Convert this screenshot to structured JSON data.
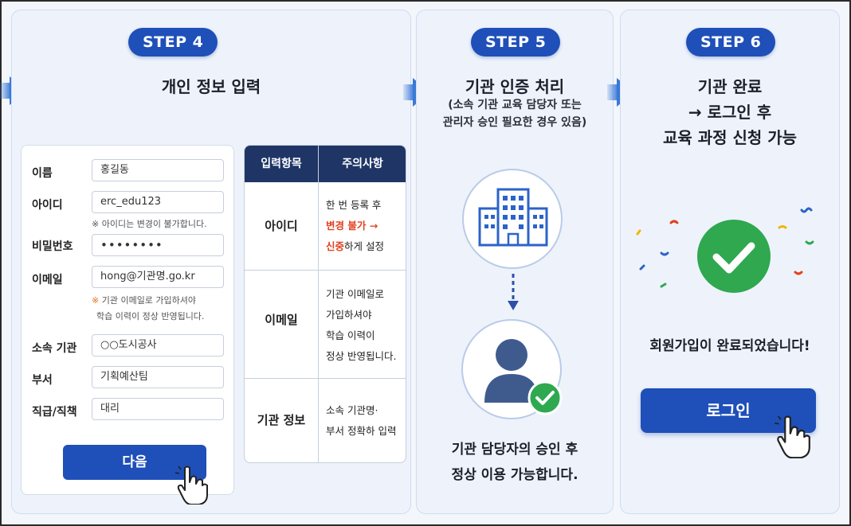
{
  "step4": {
    "badge": "STEP 4",
    "title": "개인 정보 입력",
    "form": {
      "name_label": "이름",
      "name_value": "홍길동",
      "id_label": "아이디",
      "id_value": "erc_edu123",
      "id_note": "※ 아이디는 변경이 불가합니다.",
      "pw_label": "비밀번호",
      "pw_value": "••••••••",
      "email_label": "이메일",
      "email_value": "hong@기관명.go.kr",
      "email_note_mark": "※",
      "email_note_1": " 기관 이메일로 가입하셔야",
      "email_note_2": "학습 이력이 정상 반영됩니다.",
      "org_label": "소속 기관",
      "org_value": "○○도시공사",
      "dept_label": "부서",
      "dept_value": "기획예산팀",
      "rank_label": "직급/직책",
      "rank_value": "대리",
      "next_button": "다음"
    },
    "table": {
      "header_item": "입력항목",
      "header_note": "주의사항",
      "row1_item": "아이디",
      "row1_note_1": "한 번 등록 후",
      "row1_note_2": "변경 불가 →",
      "row1_note_3": "신중",
      "row1_note_4": "하게 설정",
      "row2_item": "이메일",
      "row2_note_1": "기관 이메일로",
      "row2_note_2": "가입하셔야",
      "row2_note_3": "학습 이력이",
      "row2_note_4": "정상 반영됩니다.",
      "row3_item": "기관 정보",
      "row3_note_1": "소속 기관명·",
      "row3_note_2": "부서 정확하 입력"
    }
  },
  "step5": {
    "badge": "STEP 5",
    "title": "기관 인증 처리",
    "sub_1": "(소속 기관 교육 담당자 또는",
    "sub_2": "관리자 승인 필요한 경우 있음)",
    "caption_1": "기관 담당자의 승인 후",
    "caption_2": "정상 이용 가능합니다."
  },
  "step6": {
    "badge": "STEP 6",
    "title_1": "기관 완료",
    "title_2": "→ 로그인 후",
    "title_3": "교육 과정 신청 가능",
    "done_text": "회원가입이 완료되었습니다!",
    "login_button": "로그인"
  },
  "colors": {
    "primary": "#1f4fb8",
    "table_header": "#1e3566",
    "check_green": "#2fa84f",
    "warning_red": "#e2421f"
  },
  "icons": [
    "building-icon",
    "user-check-icon",
    "check-circle-icon",
    "hand-cursor-icon",
    "arrow-right-icon"
  ]
}
